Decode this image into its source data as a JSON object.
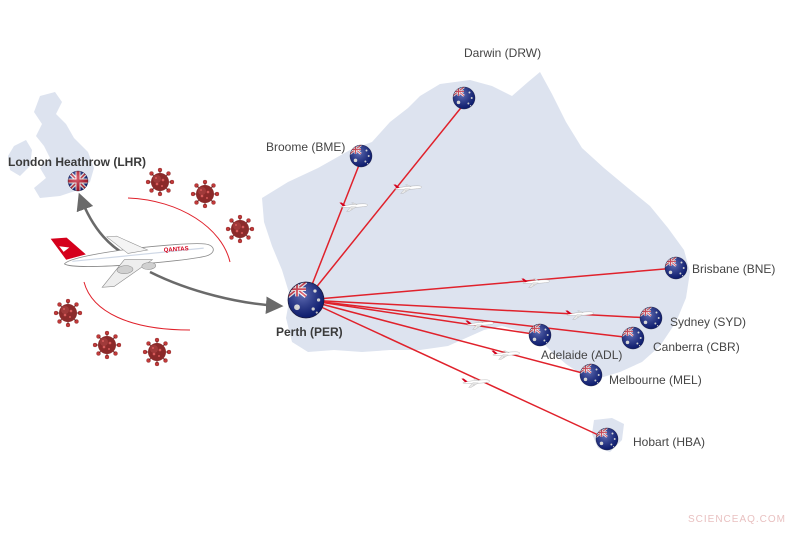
{
  "map": {
    "hub": {
      "id": "PER",
      "label": "Perth (PER)"
    },
    "origin": {
      "id": "LHR",
      "label": "London Heathrow (LHR)"
    },
    "destinations": [
      {
        "id": "DRW",
        "label": "Darwin (DRW)"
      },
      {
        "id": "BME",
        "label": "Broome (BME)"
      },
      {
        "id": "BNE",
        "label": "Brisbane (BNE)"
      },
      {
        "id": "SYD",
        "label": "Sydney (SYD)"
      },
      {
        "id": "CBR",
        "label": "Canberra (CBR)"
      },
      {
        "id": "ADL",
        "label": "Adelaide (ADL)"
      },
      {
        "id": "MEL",
        "label": "Melbourne (MEL)"
      },
      {
        "id": "HBA",
        "label": "Hobart (HBA)"
      }
    ],
    "airline_logo_text": "QANTAS",
    "watermark": "SCIENCEAQ.COM",
    "colors": {
      "land": "#dde3ef",
      "route": "#e0212b",
      "arrow": "#6a6a6a",
      "flag_blue": "#0b1f8c",
      "flag_red": "#cf142b",
      "virus": "#8b2a2a",
      "brand_red": "#d5001c"
    },
    "icons": {
      "flag": "australian-flag-icon",
      "uk_flag": "uk-flag-icon",
      "plane": "airplane-icon",
      "virus": "coronavirus-icon"
    }
  }
}
